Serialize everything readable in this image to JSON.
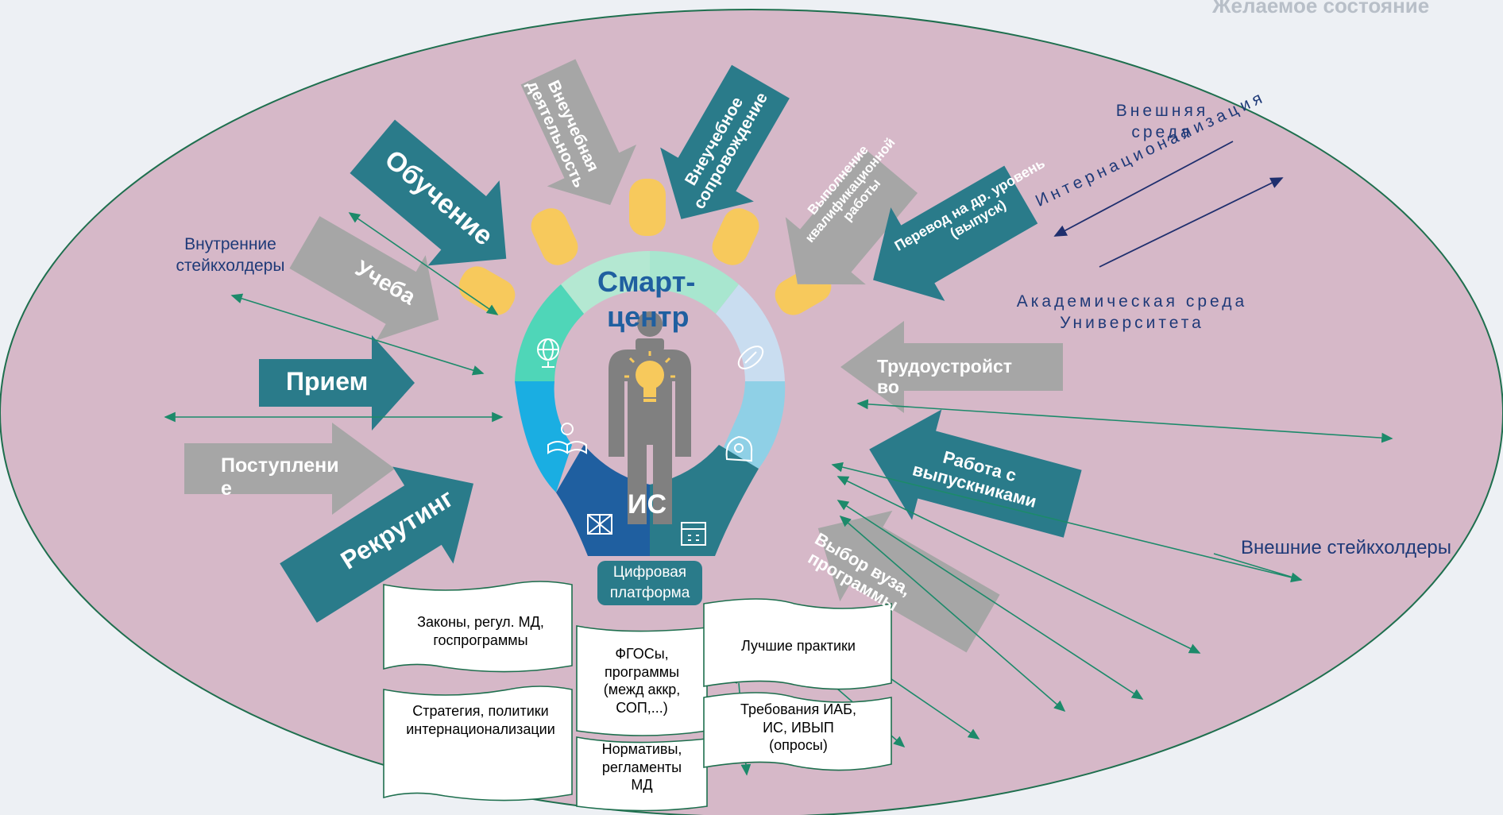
{
  "header": {
    "title": "Желаемое состояние"
  },
  "center": {
    "title_line1": "Смарт-",
    "title_line2": "центр",
    "is_label": "ИС",
    "platform_line1": "Цифровая",
    "platform_line2": "платформа"
  },
  "labels": {
    "internal_stakeholders": "Внутренние стейкхолдеры",
    "external_environment": "Внешняя среда",
    "internationalization": "Интернационализация",
    "academic_environment": "Академическая среда Университета",
    "external_stakeholders": "Внешние стейкхолдеры"
  },
  "arrows": {
    "vneuchebnaya": "Внеучебная деятельность",
    "vneuchebnoe": "Внеучебное сопровождение",
    "vkr": "Выполнение квалификационной работы",
    "perevod": "Перевод на др. уровень (выпуск)",
    "obuchenie": "Обучение",
    "ucheba": "Учеба",
    "priem": "Прием",
    "postuplenie": "Поступление",
    "rekruting": "Рекрутинг",
    "trudoustroistvo": "Трудоустройство",
    "vypuskniki": "Работа с выпускниками",
    "vybor": "Выбор вуза, программы"
  },
  "documents": {
    "laws": "Законы, регул. МД, госпрограммы",
    "strategy": "Стратегия, политики интернационализации",
    "fgos": "ФГОСы, программы (межд аккр, СОП,...)",
    "normativy": "Нормативы, регламенты МД",
    "practices": "Лучшие практики",
    "requirements": "Требования ИАБ, ИС, ИВЫП (опросы)"
  },
  "colors": {
    "ellipse_fill": "#d6b8c8",
    "ellipse_stroke": "#1e6f4e",
    "teal_arrow": "#2a7b8a",
    "gray_arrow": "#a6a6a6",
    "bulb_ray": "#f7c95c",
    "navy_text": "#1f3a78",
    "connector": "#1c8a6a"
  },
  "icons": [
    "globe-icon",
    "book-lightbulb-icon",
    "flag-document-icon",
    "calendar-icon",
    "rugby-ball-icon",
    "head-gears-icon",
    "person-silhouette-icon",
    "lightbulb-icon"
  ]
}
